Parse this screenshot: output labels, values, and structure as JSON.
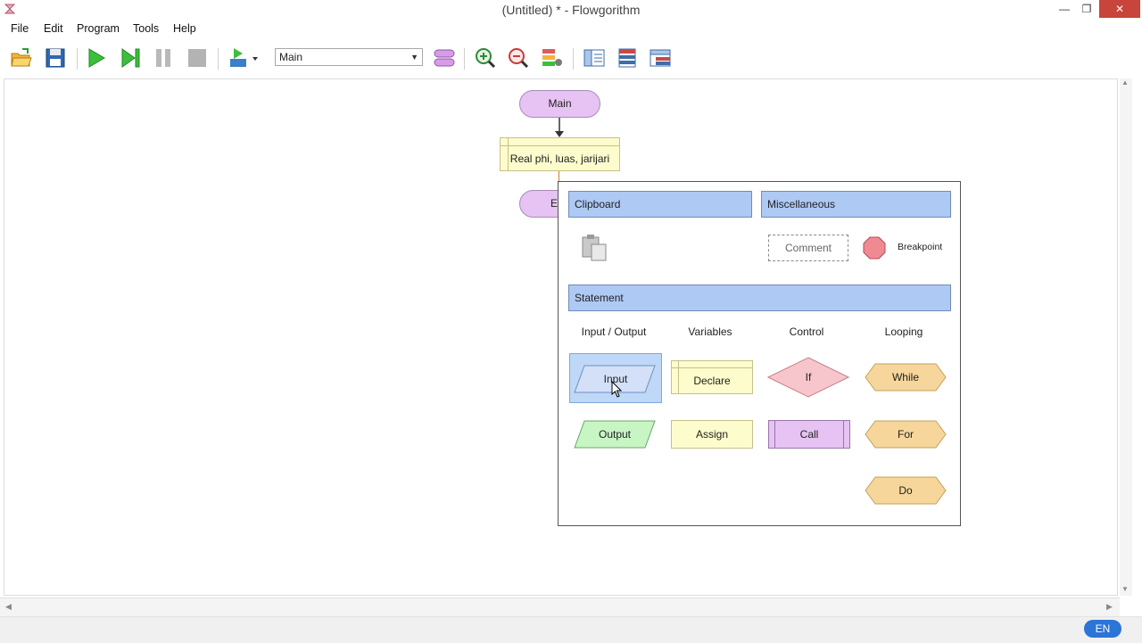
{
  "window": {
    "title": "(Untitled) * - Flowgorithm",
    "controls": {
      "minimize": "—",
      "restore": "❐",
      "close": "✕"
    }
  },
  "menu": [
    "File",
    "Edit",
    "Program",
    "Tools",
    "Help"
  ],
  "toolbar": {
    "function_select": "Main",
    "icons": [
      "open-icon",
      "save-icon",
      "run-icon",
      "step-icon",
      "pause-icon",
      "stop-icon",
      "speed-icon",
      "function-icon",
      "zoom-in-icon",
      "zoom-out-icon",
      "layout-icon",
      "panel-left-icon",
      "panel-top-icon",
      "panel-bottom-icon"
    ]
  },
  "flowchart": {
    "start_label": "Main",
    "declare_label": "Real phi, luas, jarijari",
    "end_label_partial": "E"
  },
  "palette": {
    "sections": {
      "clipboard": "Clipboard",
      "misc": "Miscellaneous",
      "statement": "Statement"
    },
    "misc_items": {
      "comment": "Comment",
      "breakpoint": "Breakpoint"
    },
    "columns": [
      "Input / Output",
      "Variables",
      "Control",
      "Looping"
    ],
    "io": {
      "input": "Input",
      "output": "Output"
    },
    "variables": {
      "declare": "Declare",
      "assign": "Assign"
    },
    "control": {
      "if": "If",
      "call": "Call"
    },
    "looping": {
      "while": "While",
      "for": "For",
      "do": "Do"
    }
  },
  "status": {
    "language": "EN"
  },
  "colors": {
    "terminal": "#e6c3f2",
    "declare": "#fdfccc",
    "palette_header": "#adc9f4",
    "input": "#d3e0f8",
    "output": "#c7f5c4",
    "if": "#f7c6cc",
    "loop": "#f6d69b",
    "breakpoint": "#ef8a93",
    "accent": "#2b74d8"
  }
}
